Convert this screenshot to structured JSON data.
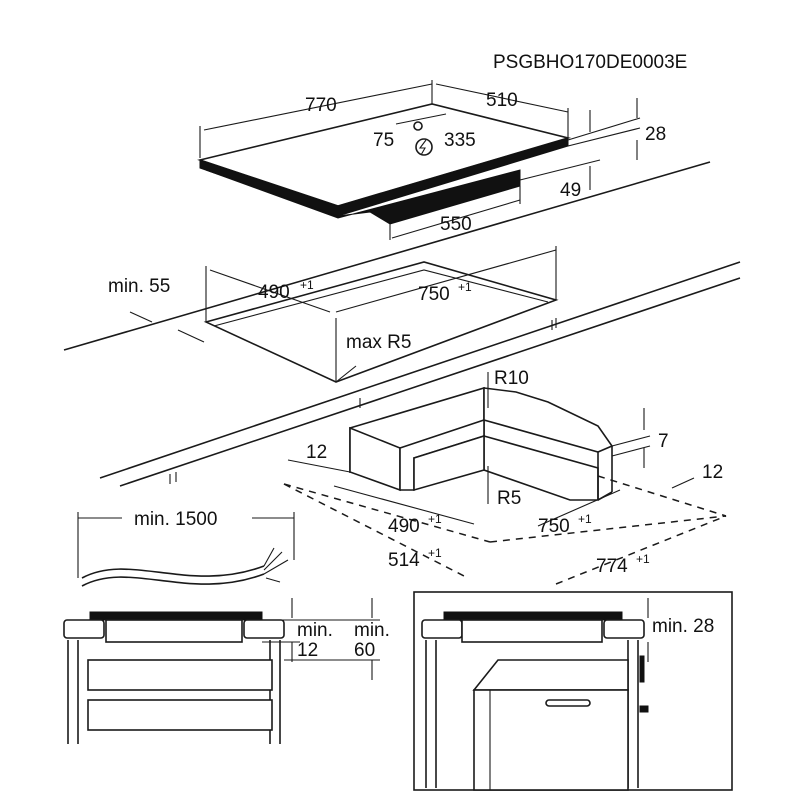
{
  "code": "PSGBHO170DE0003E",
  "top": {
    "width": "770",
    "depth": "510",
    "left_offset": "75",
    "right_offset": "335",
    "thickness": "28",
    "unit_height": "49",
    "bottom_width": "550"
  },
  "cutout": {
    "min_edge": "min. 55",
    "depth": "490",
    "depth_tol": "+1",
    "width": "750",
    "width_tol": "+1",
    "radius": "max R5"
  },
  "frame": {
    "radius_outer": "R10",
    "radius_inner": "R5",
    "left_gap": "12",
    "right_gap": "12",
    "height": "7",
    "inner_depth": "490",
    "inner_depth_tol": "+1",
    "inner_width": "750",
    "inner_width_tol": "+1",
    "outer_depth": "514",
    "outer_depth_tol": "+1",
    "outer_width": "774",
    "outer_width_tol": "+1"
  },
  "cable": {
    "length": "min. 1500"
  },
  "section_left": {
    "min_label_a": "min.",
    "value_a": "12",
    "min_label_b": "min.",
    "value_b": "60"
  },
  "section_right": {
    "clearance": "min. 28"
  },
  "icons": {
    "power": "lightning-icon"
  }
}
